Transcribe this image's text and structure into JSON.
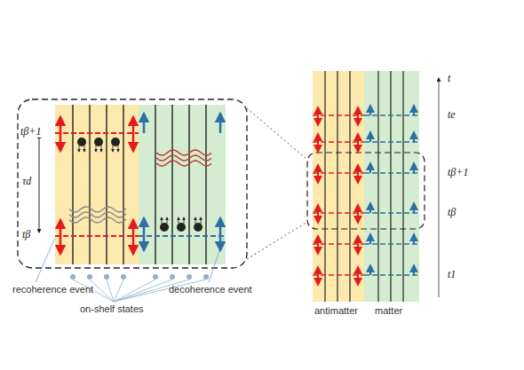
{
  "diagram": {
    "nodes": [
      {
        "text": [
          "antimatter"
        ]
      },
      {
        "text": [
          "matter"
        ]
      }
    ],
    "labels": [
      "tβ+1",
      "τd",
      "tβ",
      "recoherence event",
      "on-shelf states",
      "decoherence event",
      "t",
      "te",
      "tβ+1",
      "tβ",
      "t1"
    ]
  }
}
